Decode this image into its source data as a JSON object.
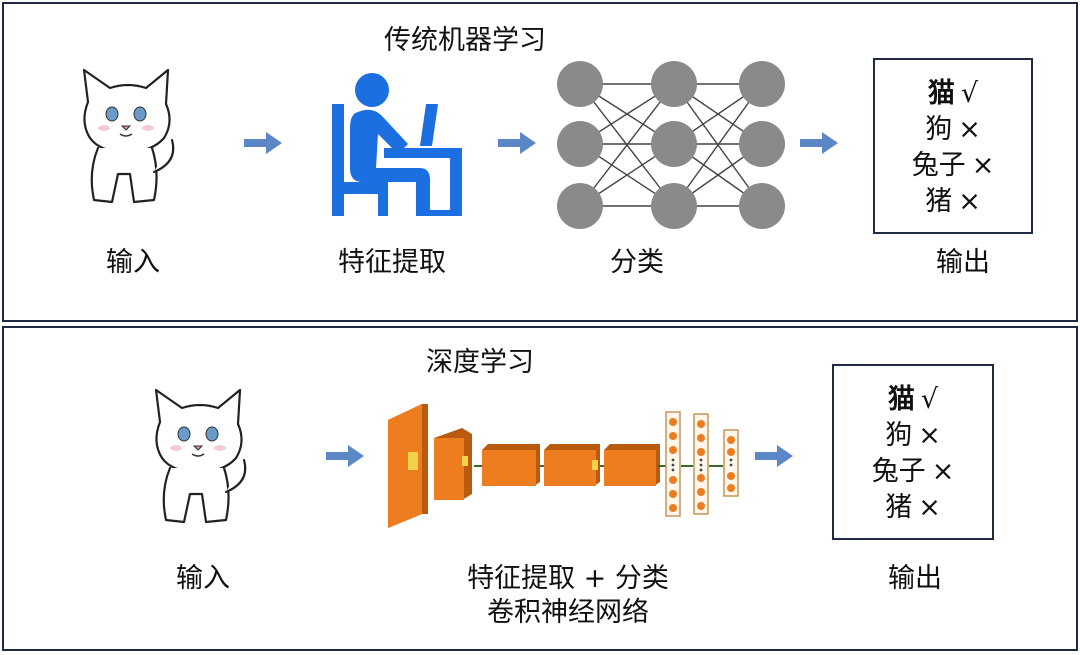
{
  "traditional": {
    "title": "传统机器学习",
    "labels": {
      "input": "输入",
      "feature": "特征提取",
      "classify": "分类",
      "output": "输出"
    },
    "output_items": [
      {
        "name": "猫",
        "mark": "√"
      },
      {
        "name": "狗",
        "mark": "×"
      },
      {
        "name": "兔子",
        "mark": "×"
      },
      {
        "name": "猪",
        "mark": "×"
      }
    ]
  },
  "deep": {
    "title": "深度学习",
    "labels": {
      "input": "输入",
      "cnn_line1": "特征提取 + 分类",
      "cnn_line2": "卷积神经网络",
      "output": "输出"
    },
    "output_items": [
      {
        "name": "猫",
        "mark": "√"
      },
      {
        "name": "狗",
        "mark": "×"
      },
      {
        "name": "兔子",
        "mark": "×"
      },
      {
        "name": "猪",
        "mark": "×"
      }
    ]
  },
  "colors": {
    "arrow": "#5b87c6",
    "person": "#1b6fe0",
    "node": "#8a8a8a",
    "cnn_orange": "#ee7d1f",
    "cnn_dark": "#b85a10",
    "border": "#1f2a44"
  }
}
